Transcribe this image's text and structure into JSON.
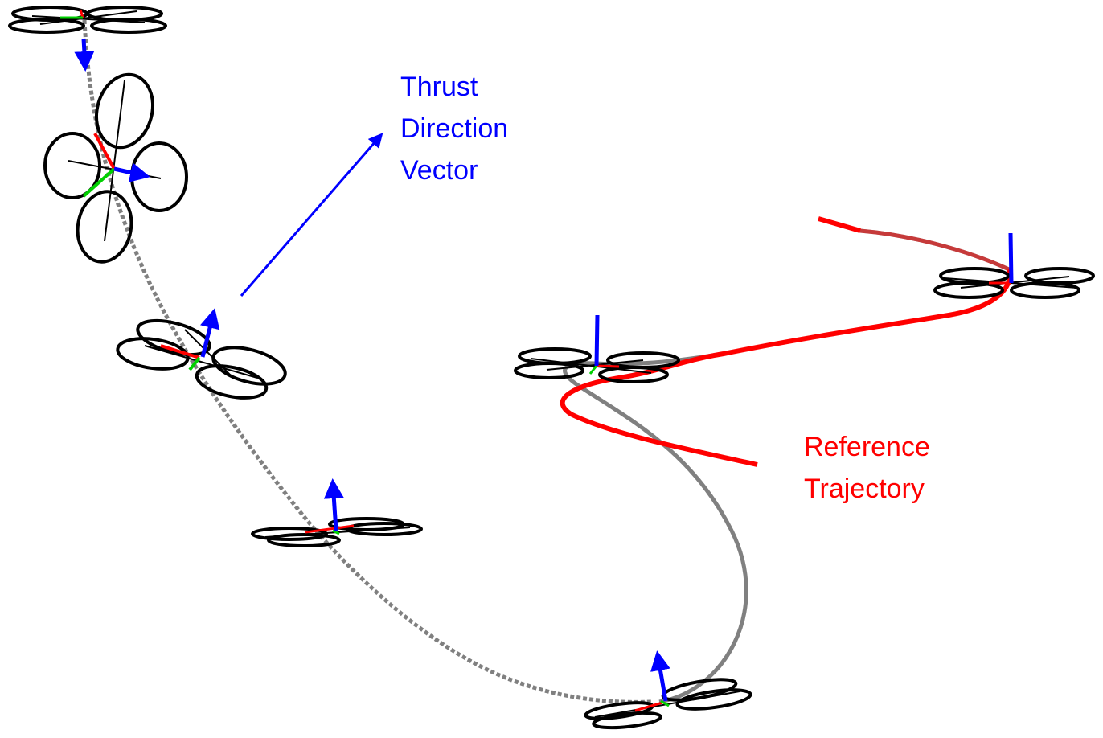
{
  "annotations": {
    "thrust": {
      "lines": [
        "Thrust",
        "Direction",
        "Vector"
      ],
      "color": "#0000ff"
    },
    "reference": {
      "lines": [
        "Reference",
        "Trajectory"
      ],
      "color": "#ff0000"
    }
  },
  "colors": {
    "reference_trajectory": "#ff0000",
    "actual_trajectory": "#808080",
    "thrust_vector": "#0000ff",
    "body_axis_x": "#ff0000",
    "body_axis_y": "#00d000",
    "rotor_outline": "#000000"
  },
  "icons": {
    "quadrotor": "quadrotor-icon",
    "thrust_arrow": "arrow-icon"
  }
}
